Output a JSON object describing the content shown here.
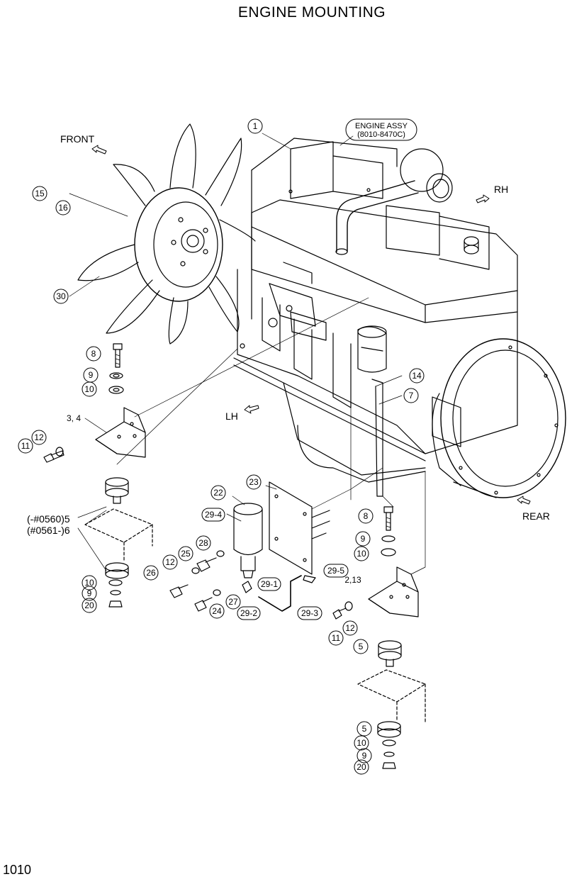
{
  "title": "ENGINE MOUNTING",
  "page_number": "1010",
  "directions": {
    "front": "FRONT",
    "rh": "RH",
    "lh": "LH",
    "rear": "REAR"
  },
  "engine_assy": {
    "line1": "ENGINE ASSY",
    "line2": "(8010-8470C)"
  },
  "serial_notes": {
    "before": "(-#0560)5",
    "after": "(#0561-)6"
  },
  "callouts": {
    "c1": "1",
    "c15": "15",
    "c16": "16",
    "c30": "30",
    "c8a": "8",
    "c9a": "9",
    "c10a": "10",
    "c34": "3, 4",
    "c12a": "12",
    "c11a": "11",
    "c10b": "10",
    "c9b": "9",
    "c20a": "20",
    "c14": "14",
    "c7": "7",
    "c23": "23",
    "c22": "22",
    "c294": "29-4",
    "c28": "28",
    "c25": "25",
    "c12b": "12",
    "c26": "26",
    "c291": "29-1",
    "c27": "27",
    "c24": "24",
    "c292": "29-2",
    "c293": "29-3",
    "c295": "29-5",
    "c213": "2,13",
    "c8b": "8",
    "c9c": "9",
    "c10c": "10",
    "c11b": "11",
    "c12c": "12",
    "c5a": "5",
    "c5b": "5",
    "c10d": "10",
    "c9d": "9",
    "c20b": "20"
  }
}
